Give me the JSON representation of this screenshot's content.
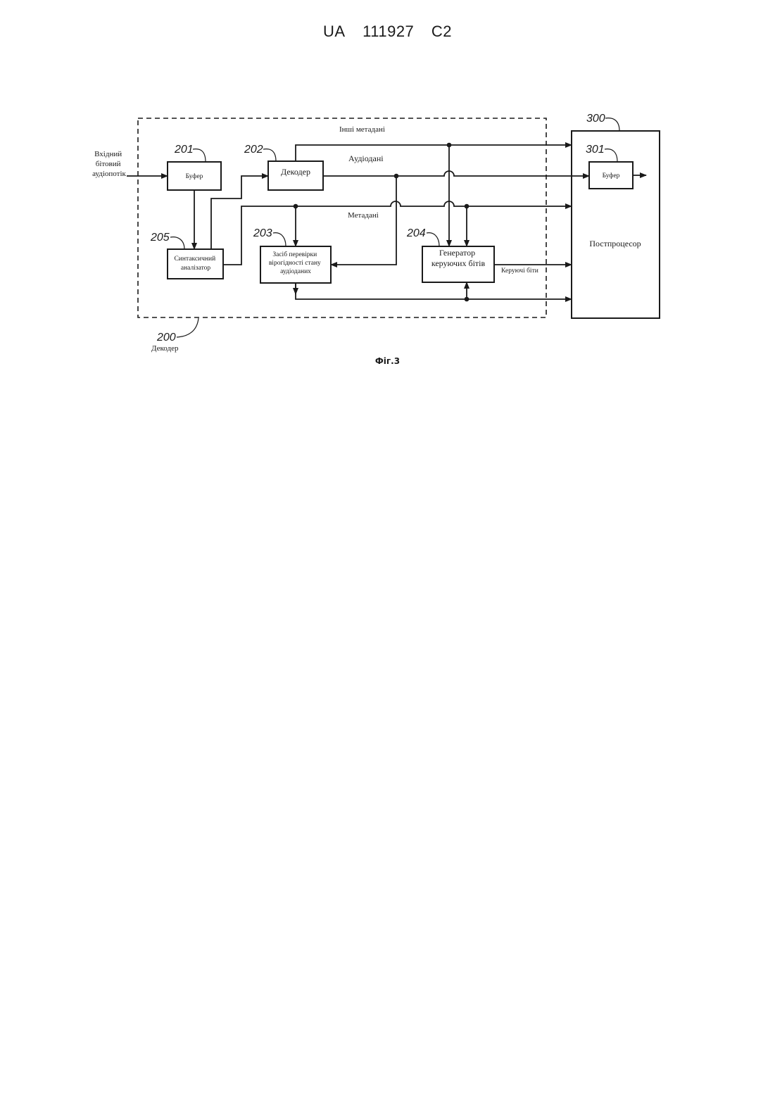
{
  "header": {
    "country": "UA",
    "number": "111927",
    "kind": "C2"
  },
  "figure": {
    "caption": "Фіг.3",
    "input_label": [
      "Вхідний",
      "бітовий",
      "аудіопотік"
    ],
    "decoder_group": {
      "ref": "200",
      "label": "Декодер"
    },
    "blocks": {
      "buffer": {
        "ref": "201",
        "label": "Буфер"
      },
      "decoder": {
        "ref": "202",
        "label": "Декодер"
      },
      "validator": {
        "ref": "203",
        "label": [
          "Засіб перевірки",
          "вірогідності стану",
          "аудіоданих"
        ]
      },
      "control_gen": {
        "ref": "204",
        "label": [
          "Генератор",
          "керуючих бітів"
        ]
      },
      "parser": {
        "ref": "205",
        "label": [
          "Синтаксичний",
          "аналізатор"
        ]
      },
      "postprocessor": {
        "ref": "300",
        "label": "Постпроцесор"
      },
      "post_buffer": {
        "ref": "301",
        "label": "Буфер"
      }
    },
    "signals": {
      "other_metadata": "Інші метадані",
      "audio_data": "Аудіодані",
      "metadata": "Метадані",
      "control_bits": "Керуючі біти"
    }
  }
}
